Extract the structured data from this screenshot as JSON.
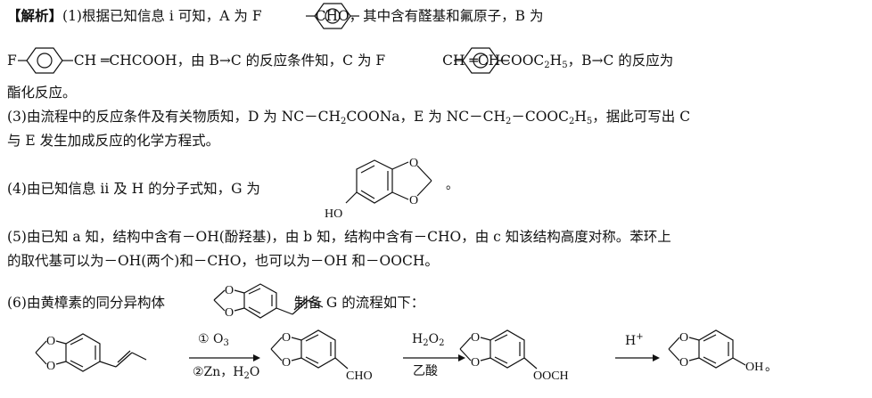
{
  "p1": {
    "tag": "【解析】",
    "a": "(1)根据已知信息 ⅰ 可知，A 为 F",
    "b": "CHO，其中含有醛基和氟原子，B 为",
    "c": "F",
    "d": "CH ═CHCOOH，由 B→C 的反应条件知，C 为 F",
    "e": "CH ═CHCOOC",
    "e_sub": "2",
    "f": "H",
    "f_sub": "5",
    "g": "，B→C 的反应为",
    "h": "酯化反应。"
  },
  "p3": {
    "a": "(3)由流程中的反应条件及有关物质知，D 为 NC－CH",
    "a_sub": "2",
    "b": "COONa，E 为 NC－CH",
    "b_sub": "2",
    "c": "－COOC",
    "c_sub": "2",
    "d": "H",
    "d_sub": "5",
    "e": "，据此可写出 C",
    "f": "与 E 发生加成反应的化学方程式。"
  },
  "p4": {
    "a": "(4)由已知信息 ⅱ 及 H 的分子式知，G 为",
    "ho": "HO",
    "o1": "O",
    "o2": "O",
    "end": "。"
  },
  "p5": {
    "a": "(5)由已知 a 知，结构中含有－OH(酚羟基)，由 b 知，结构中含有－CHO，由 c 知该结构高度对称。苯环上",
    "b": "的取代基可以为－OH(两个)和－CHO，也可以为－OH 和－OOCH。"
  },
  "p6": {
    "a": "(6)由黄樟素的同分异构体",
    "b": "制备 G 的流程如下：",
    "o": "O"
  },
  "scheme": {
    "step1_top": "① O",
    "step1_top_sub": "3",
    "step1_bottom": "②Zn，H",
    "step1_bottom_sub": "2",
    "step1_bottom_end": "O",
    "cho": "CHO",
    "step2_top": "H",
    "step2_top_sub1": "2",
    "step2_top_mid": "O",
    "step2_top_sub2": "2",
    "step2_bottom": "乙酸",
    "oocho": "OOCH",
    "step3_top": "H",
    "step3_top_sup": "+",
    "oh": "OH",
    "end": "。",
    "o": "O"
  }
}
